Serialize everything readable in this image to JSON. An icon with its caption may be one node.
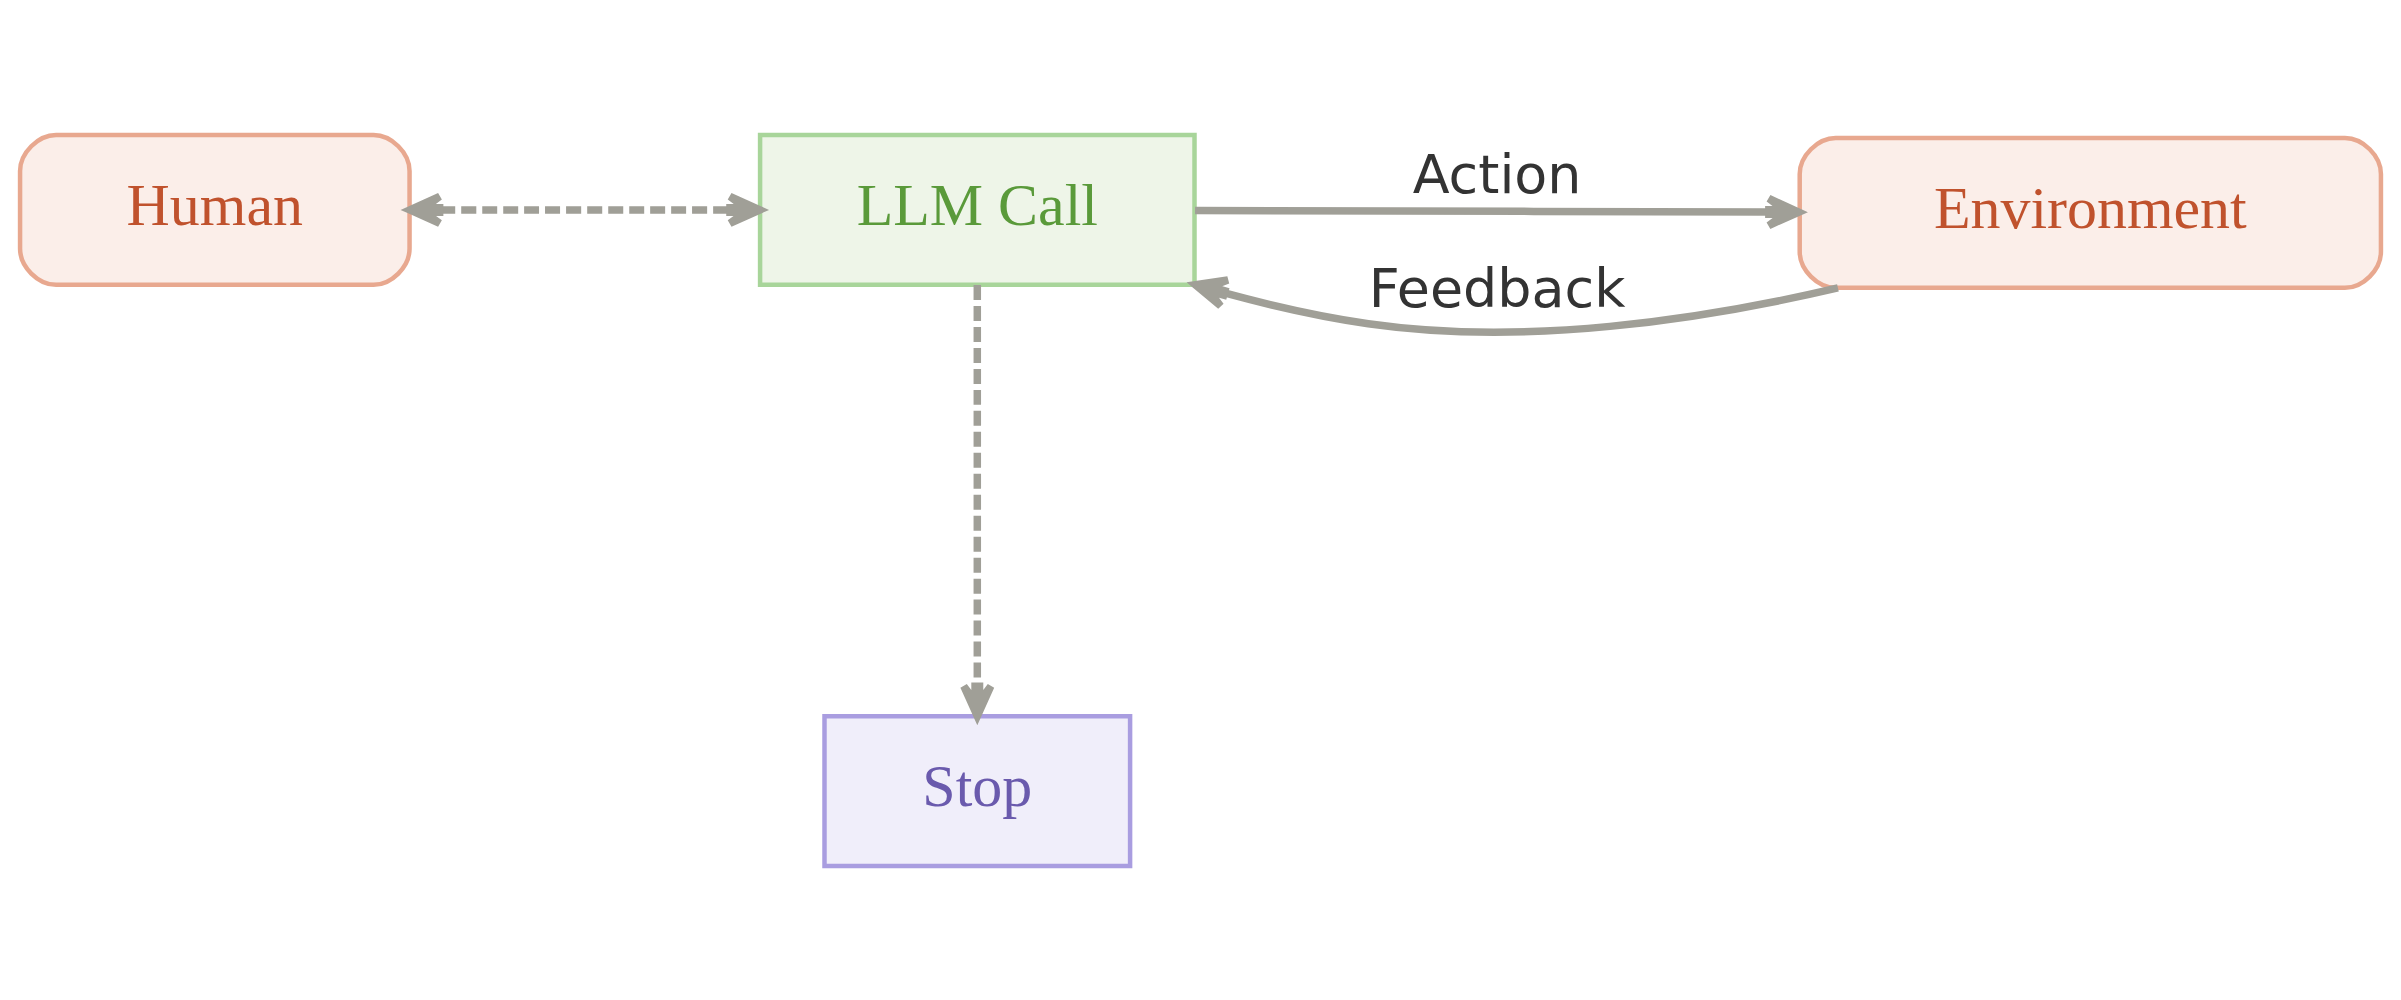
{
  "diagram": {
    "nodes": [
      {
        "text": [
          "Human"
        ]
      },
      {
        "text": [
          "LLM Call"
        ]
      },
      {
        "text": [
          "Environment"
        ]
      },
      {
        "text": [
          "Stop"
        ]
      }
    ],
    "edges": [
      {
        "from": 0,
        "to": 1,
        "arrow": "both",
        "style": "dashed"
      },
      {
        "from": 1,
        "to": 2,
        "arrow": "to",
        "label": "Action"
      },
      {
        "from": 2,
        "to": 1,
        "arrow": "to",
        "label": "Feedback"
      },
      {
        "from": 1,
        "to": 3,
        "arrow": "to",
        "style": "dashed"
      }
    ]
  }
}
